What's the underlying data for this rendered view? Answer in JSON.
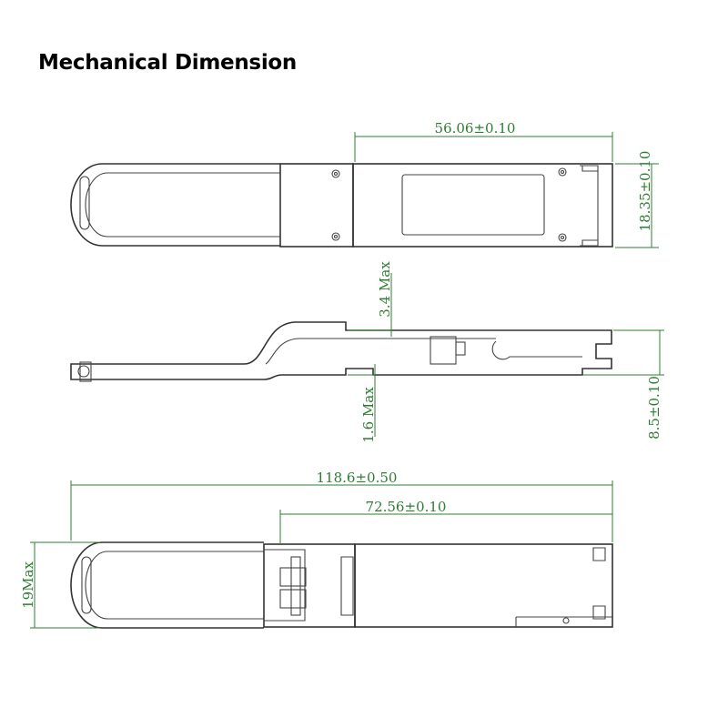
{
  "title": "Mechanical Dimension",
  "colors": {
    "outline": "#333333",
    "dimension": "#2e7d32"
  },
  "top_view": {
    "length": "56.06±0.10",
    "width": "18.35±0.10"
  },
  "side_view": {
    "top_max": "3.4 Max",
    "bottom_max": "1.6 Max",
    "height": "8.5±0.10"
  },
  "bottom_view": {
    "overall": "118.6±0.50",
    "body": "72.56±0.10",
    "pull_tab": "19Max"
  }
}
